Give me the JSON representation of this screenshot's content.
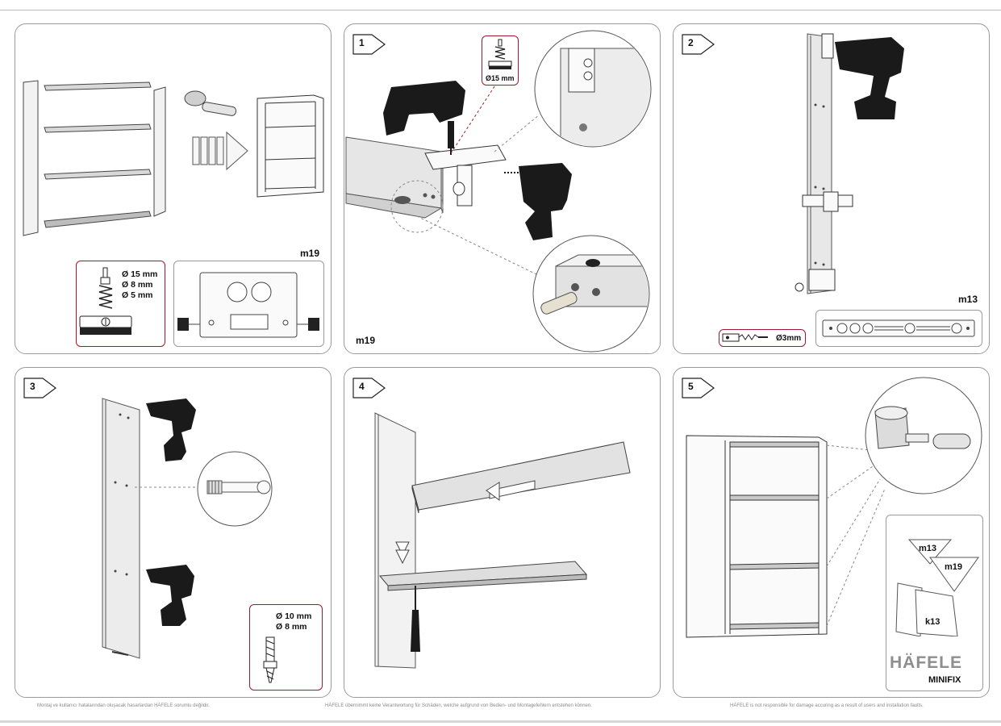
{
  "panels": [
    {
      "id": "overview",
      "labels": {
        "bracket_label": "m19",
        "jig_label": "m19"
      },
      "drill_specs": [
        "Ø 15 mm",
        "Ø 8 mm",
        "Ø 5 mm"
      ]
    },
    {
      "id": "step-1",
      "step": "1",
      "labels": {
        "drill_size": "Ø15 mm"
      }
    },
    {
      "id": "step-2",
      "step": "2",
      "labels": {
        "bracket_label": "m13",
        "drill_size": "Ø3mm"
      }
    },
    {
      "id": "step-3",
      "step": "3",
      "drill_specs": [
        "Ø 10 mm",
        "Ø 8 mm"
      ]
    },
    {
      "id": "step-4",
      "step": "4"
    },
    {
      "id": "step-5",
      "step": "5",
      "labels": {
        "card_m13": "m13",
        "card_m19": "m19",
        "card_k13": "k13"
      }
    }
  ],
  "brand": {
    "name": "HÄFELE",
    "product": "MINIFIX"
  },
  "footer": [
    "Montaj ve kullanıcı hatalarından oluşacak hasarlardan HÄFELE sorumlu değildir.",
    "HÄFELE übernimmt keine Verantwortung für Schäden, welche aufgrund von Bedien- und Montagefehlern entstehen können.",
    "HÄFELE is not responsible for damage accuring as a result of users and installation faults."
  ],
  "colors": {
    "accent_red": "#a0182c",
    "panel_border": "#9a9a9a",
    "drill": "#1a1a1a",
    "board": "#e6e6e6"
  }
}
